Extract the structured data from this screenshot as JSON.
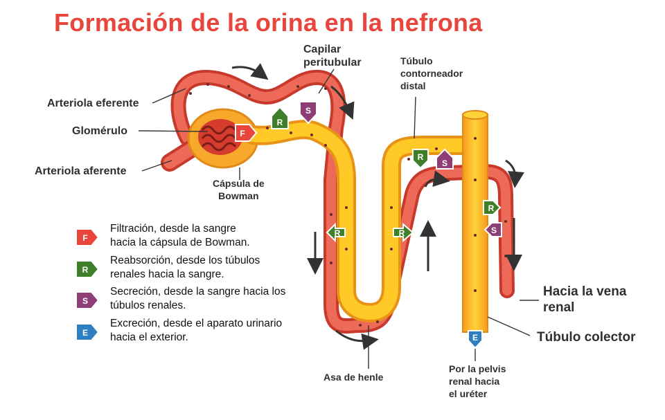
{
  "title": "Formación de la orina en la nefrona",
  "labels": {
    "capilar": [
      "Capilar",
      "peritubular"
    ],
    "tubulo_distal": [
      "Túbulo",
      "contorneador",
      "distal"
    ],
    "arteriola_eferente": "Arteriola eferente",
    "glomerulo": "Glomérulo",
    "arteriola_aferente": "Arteriola aferente",
    "capsula": [
      "Cápsula de",
      "Bowman"
    ],
    "vena_renal": [
      "Hacia la vena",
      "renal"
    ],
    "tubulo_colector": "Túbulo colector",
    "asa_henle": "Asa de henle",
    "pelvis": [
      "Por la pelvis",
      "renal hacia",
      "el uréter"
    ]
  },
  "legend": [
    {
      "letter": "F",
      "color": "#e8453c",
      "lines": [
        "Filtración, desde la sangre",
        "hacia la cápsula de Bowman."
      ]
    },
    {
      "letter": "R",
      "color": "#3f7f2a",
      "lines": [
        "Reabsorción, desde los túbulos",
        "renales hacia la sangre."
      ]
    },
    {
      "letter": "S",
      "color": "#8e3e76",
      "lines": [
        "Secreción, desde la sangre hacia los",
        "túbulos renales."
      ]
    },
    {
      "letter": "E",
      "color": "#2e7fc1",
      "lines": [
        "Excreción, desde el aparato urinario",
        "hacia el exterior."
      ]
    }
  ],
  "colors": {
    "vessel": "#e85a4a",
    "tubule": "#f7b21f",
    "title": "#e8453c"
  }
}
